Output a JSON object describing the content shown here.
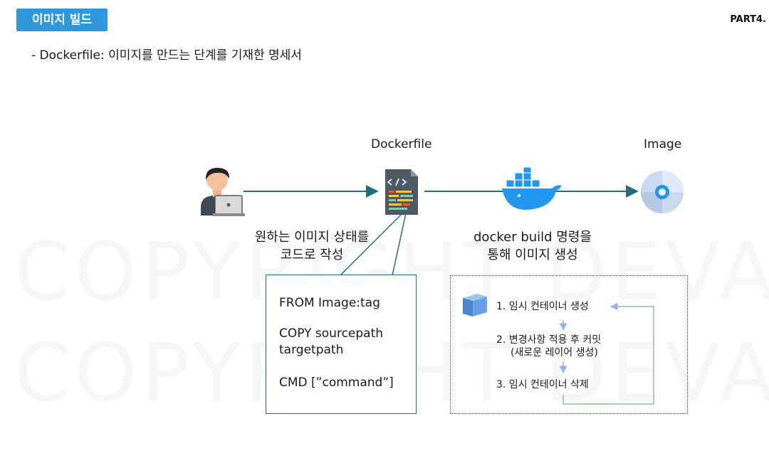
{
  "header": {
    "title": "이미지 빌드",
    "part": "PART4."
  },
  "subtitle": "- Dockerfile:  이미지를 만드는 단계를 기재한 명세서",
  "diagram": {
    "dockerfile_label": "Dockerfile",
    "image_label": "Image",
    "left_caption": [
      "원하는 이미지 상태를",
      "코드로 작성"
    ],
    "right_caption": [
      "docker build 명령을",
      "통해 이미지 생성"
    ],
    "code_lines": [
      "FROM Image:tag",
      "COPY sourcepath",
      "targetpath",
      "CMD [”command”]"
    ],
    "steps": {
      "step1": "1. 임시 컨테이너 생성",
      "step2_line1": "2. 변경사항 적용 후 커밋",
      "step2_line2": "(새로운 레이어 생성)",
      "step3": "3. 임시 컨테이너 삭제"
    },
    "icons": [
      "developer-icon",
      "dockerfile-icon",
      "docker-whale-icon",
      "image-disc-icon",
      "container-icon"
    ]
  },
  "watermark": [
    "COPYRIGHT DEVA",
    "COPYRIGHT DEVA"
  ],
  "colors": {
    "badge": "#2f98dc",
    "arrow": "#1f6f7a",
    "docker_blue": "#2496ed",
    "step_arrow": "#8fb2e8",
    "dotted_border": "#1f4a8c"
  }
}
